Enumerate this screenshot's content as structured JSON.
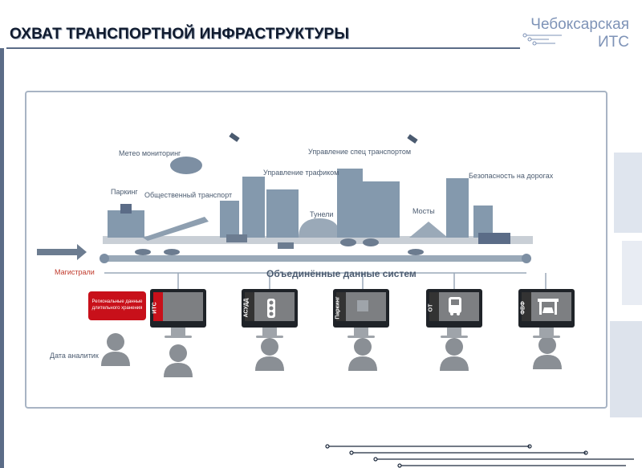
{
  "header": {
    "title": "ОХВАТ ТРАНСПОРТНОЙ ИНФРАСТРУКТУРЫ",
    "logo_line1": "Чебоксарская",
    "logo_line2": "ИТС"
  },
  "diagram": {
    "labels": {
      "meteo": "Метео мониторинг",
      "parking": "Паркинг",
      "public_transport": "Общественный транспорт",
      "traffic": "Управление трафиком",
      "tunnels": "Тунели",
      "special": "Управление спец транспортом",
      "bridges": "Мосты",
      "safety": "Безопасность на дорогах",
      "highways": "Магистрали",
      "unified": "Объединённые данные систем",
      "analyst": "Дата аналитик"
    },
    "monitors": [
      {
        "strip": "ИТС"
      },
      {
        "strip": "АСУДД"
      },
      {
        "strip": "Паркинг"
      },
      {
        "strip": "ОТ"
      },
      {
        "strip": "ФВФ"
      }
    ],
    "red_box": {
      "line1": "Региональные данные",
      "line2": "длительного хранения"
    },
    "colors": {
      "accent": "#5b6c87",
      "building": "#8499ad",
      "red": "#c8101a"
    }
  }
}
